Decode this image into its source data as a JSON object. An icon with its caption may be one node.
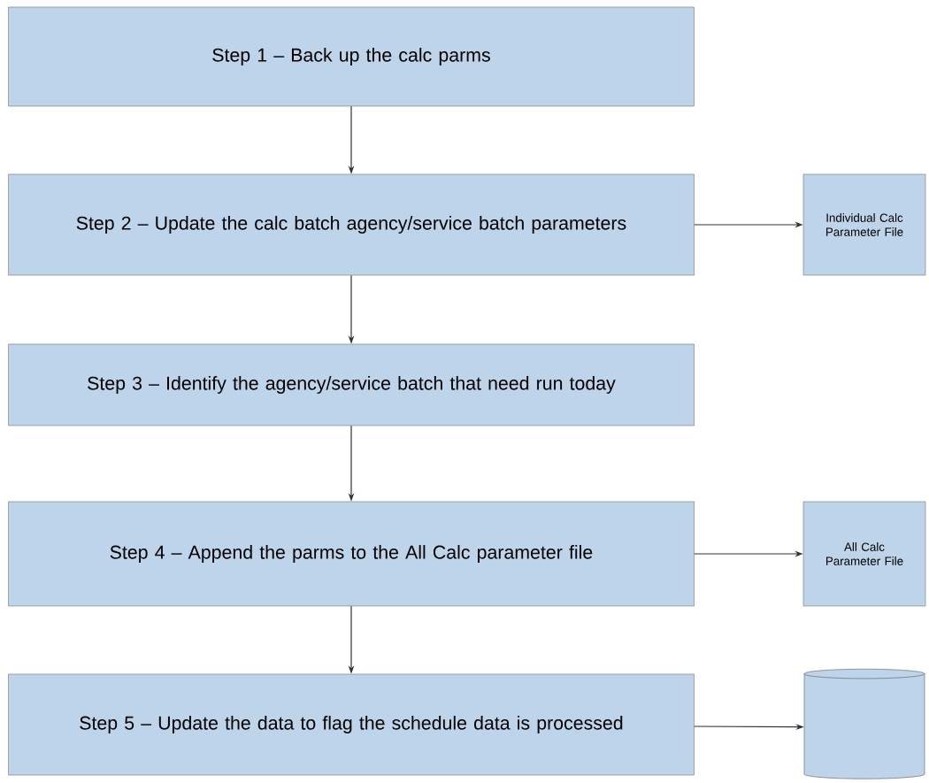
{
  "diagram": {
    "nodes": [
      {
        "text": [
          "Step 1 – Back up the calc parms"
        ]
      },
      {
        "text": [
          "Step 2 – Update the calc batch agency/service batch parameters"
        ]
      },
      {
        "text": [
          "Individual Calc Parameter File"
        ]
      },
      {
        "text": [
          "Step 3 – Identify the agency/service batch that need run today"
        ]
      },
      {
        "text": [
          "Step 4 – Append the parms to the All Calc parameter file"
        ]
      },
      {
        "text": [
          "All Calc Parameter File"
        ]
      },
      {
        "text": [
          "Step 5 – Update the data to flag the schedule data is processed"
        ]
      },
      {
        "text": [],
        "shape": "cylinder"
      }
    ],
    "edges": [
      {
        "from": 0,
        "to": 1,
        "arrow": "to"
      },
      {
        "from": 1,
        "to": 2,
        "arrow": "to"
      },
      {
        "from": 1,
        "to": 3,
        "arrow": "to"
      },
      {
        "from": 3,
        "to": 4,
        "arrow": "to"
      },
      {
        "from": 4,
        "to": 5,
        "arrow": "to"
      },
      {
        "from": 4,
        "to": 6,
        "arrow": "to"
      },
      {
        "from": 6,
        "to": 7,
        "arrow": "to"
      }
    ]
  }
}
